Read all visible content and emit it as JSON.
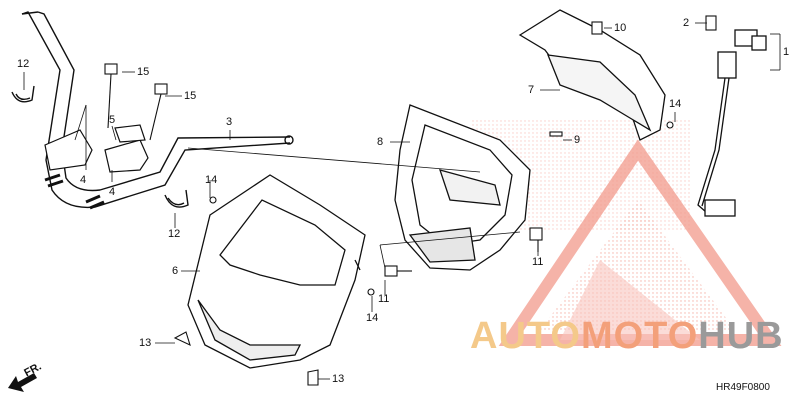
{
  "diagram": {
    "part_code": "HR49F0800",
    "direction_label": "FR.",
    "watermark": {
      "part1": "AUTO",
      "part2": "MOTO",
      "part3": "HUB",
      "color1": "#f4c98a",
      "color2": "#f3a07a",
      "color3": "#9a9a9a"
    },
    "callouts": {
      "c1": "1",
      "c2": "2",
      "c3": "3",
      "c4a": "4",
      "c4b": "4",
      "c5": "5",
      "c6": "6",
      "c7": "7",
      "c8": "8",
      "c9": "9",
      "c10": "10",
      "c11a": "11",
      "c11b": "11",
      "c12a": "12",
      "c12b": "12",
      "c13a": "13",
      "c13b": "13",
      "c14a": "14",
      "c14b": "14",
      "c14c": "14",
      "c15a": "15",
      "c15b": "15"
    }
  }
}
